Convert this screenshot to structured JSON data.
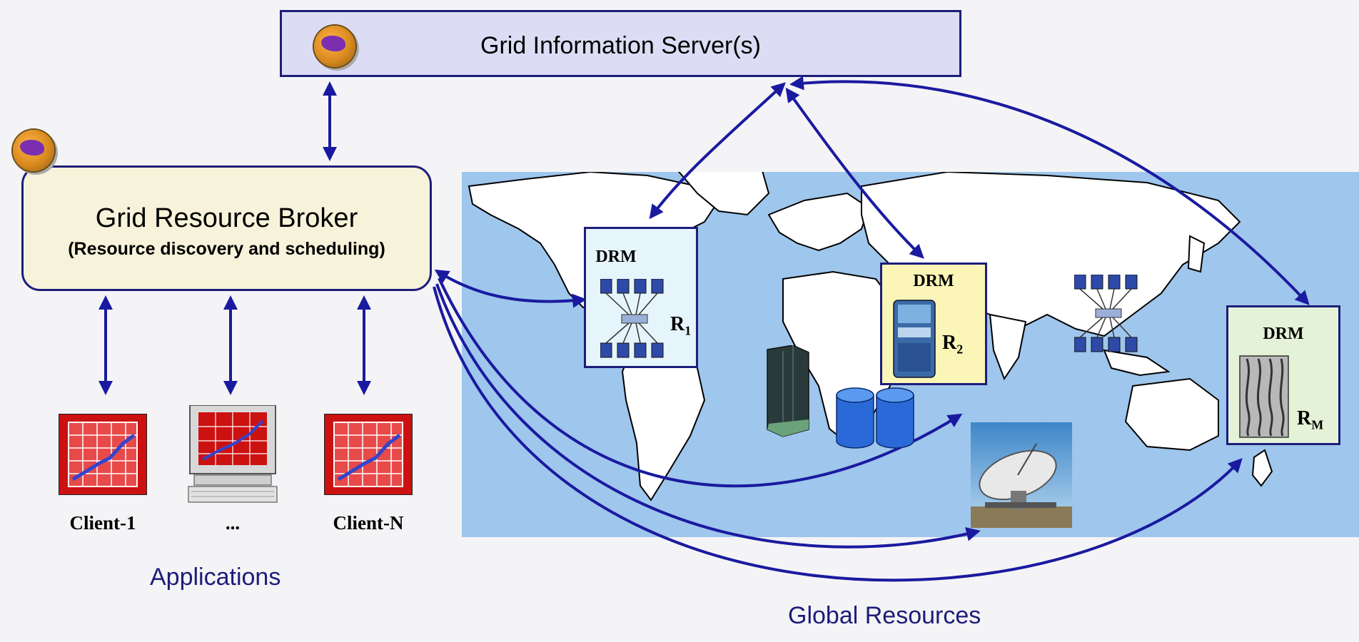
{
  "gis": {
    "title": "Grid Information Server(s)"
  },
  "broker": {
    "title": "Grid Resource Broker",
    "subtitle": "(Resource discovery and scheduling)"
  },
  "clients": [
    {
      "label": "Client-1"
    },
    {
      "label": "..."
    },
    {
      "label": "Client-N"
    }
  ],
  "sections": {
    "applications": "Applications",
    "global_resources": "Global Resources"
  },
  "resources": [
    {
      "drm": "DRM",
      "name": "R",
      "sub": "1"
    },
    {
      "drm": "DRM",
      "name": "R",
      "sub": "2"
    },
    {
      "drm": "DRM",
      "name": "R",
      "sub": "M"
    }
  ],
  "colors": {
    "arrow": "#1a1aa0",
    "box_border": "#1d1d7a",
    "map_ocean": "#9fc6ec",
    "map_land": "#ffffff",
    "label_blue": "#1d1d7a"
  }
}
